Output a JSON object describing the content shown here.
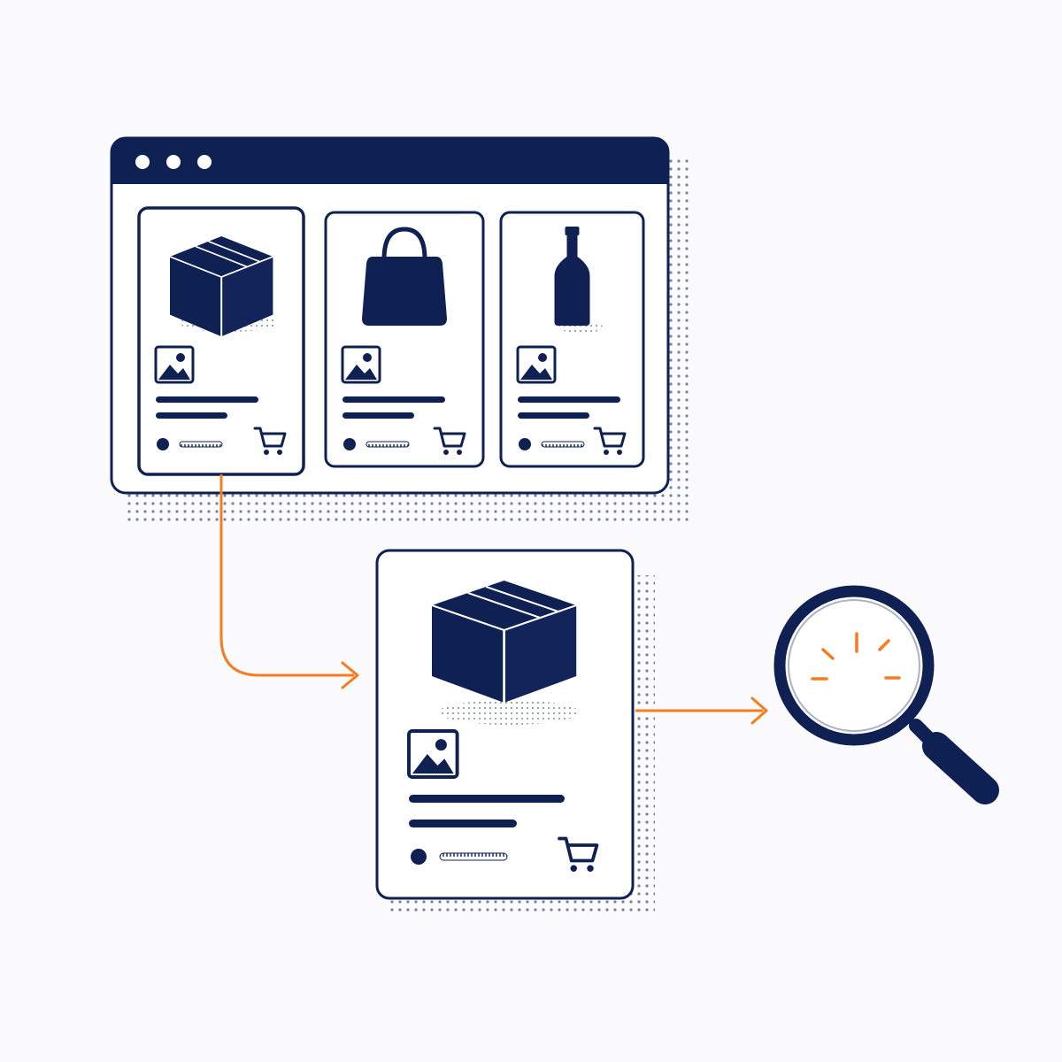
{
  "colors": {
    "navy": "#0f2153",
    "accent": "#f57c20",
    "background": "#fbfbfd",
    "card": "#ffffff"
  },
  "window": {
    "titlebar_dots": 3,
    "product_cards": [
      {
        "product_icon": "box-icon",
        "thumbnail_icon": "image-placeholder-icon",
        "cart_icon": "cart-icon",
        "selected": true
      },
      {
        "product_icon": "shopping-bag-icon",
        "thumbnail_icon": "image-placeholder-icon",
        "cart_icon": "cart-icon",
        "selected": false
      },
      {
        "product_icon": "bottle-icon",
        "thumbnail_icon": "image-placeholder-icon",
        "cart_icon": "cart-icon",
        "selected": false
      }
    ]
  },
  "detail_card": {
    "product_icon": "box-icon",
    "thumbnail_icon": "image-placeholder-icon",
    "cart_icon": "cart-icon"
  },
  "connectors": [
    {
      "from": "product-card-1",
      "to": "product-detail-card",
      "color": "accent"
    },
    {
      "from": "product-detail-card",
      "to": "magnifier",
      "color": "accent"
    }
  ],
  "magnifier": {
    "icon": "magnifying-glass-icon",
    "highlight_color": "accent"
  }
}
